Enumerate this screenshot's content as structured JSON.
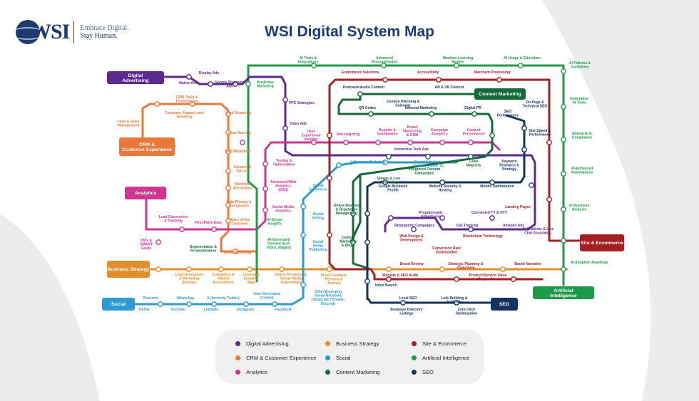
{
  "header": {
    "logo_text": "WSI",
    "tagline_line1": "Embrace Digital.",
    "tagline_line2": "Stay Human.",
    "title": "WSI Digital System Map"
  },
  "colors": {
    "digital_advertising": "#5b2a8f",
    "crm": "#e8793a",
    "analytics": "#d0358f",
    "business_strategy": "#e0902a",
    "social": "#2e9ad0",
    "content_marketing": "#17693a",
    "site_ecommerce": "#a51e22",
    "artificial_intelligence": "#1f9a4a",
    "seo": "#16325f",
    "interchange": "#ffffff"
  },
  "terminals": {
    "digital_advertising": "Digital Advertising",
    "crm": "CRM & Customer Experience",
    "analytics": "Analytics",
    "business_strategy": "Business Strategy",
    "social": "Social",
    "content_marketing": "Content Marketing",
    "site_ecommerce": "Site & Ecommerce",
    "artificial_intelligence": "Artificial Intelligence",
    "seo": "SEO"
  },
  "stations": {
    "display_ads": "Display Ads",
    "native_ads": "Native Ads",
    "google_shopping_ads": "Google Shopping Ads",
    "predictive_marketing": "Predictive Marketing",
    "ppc_strategies": "PPC Strategies",
    "video_ads": "Video Ads",
    "ai_tools_integrations": "AI Tools & Integrations",
    "advanced_personalization": "Advanced Personalization",
    "machine_learning_models": "Machine Learning Models",
    "ai_usage_education": "AI Usage & Education",
    "ai_policies_guidelines": "AI Policies & Guidelines",
    "generative_ai_tools": "Generative AI Tools",
    "ethical_ai_compliance": "Ethical AI & Compliance",
    "ai_enhanced_automations": "AI-Enhanced Automations",
    "ai_business_analysis": "AI Business Analysis",
    "ai_chatbots": "AI Chatbots & Live Chat Assistants",
    "ai_adoption_roadmap": "AI Adoption Roadmap",
    "crm_tools": "CRM Tools & Technologies",
    "customer_support": "Customer Support and Ticketing",
    "lead_sales_management": "Lead & Sales Management",
    "lead_nurturing": "Lead Nurturing",
    "lead_scoring": "Lead Scoring",
    "sms_marketing": "SMS Marketing",
    "consent_opt_ins": "Consent & Opt-ins",
    "workflow_automation": "Workflow Automation",
    "data_privacy": "Data Privacy & Compliance",
    "voice_of_customer": "Voice of the Customer",
    "email_marketing": "Email Marketing",
    "ecommerce_solutions": "Ecommerce Solutions",
    "accessibility": "Accessibility",
    "merchant_processing": "Merchant Processing",
    "podcasts": "Podcasts/Audio Content",
    "ar_vr": "AR & VR Content",
    "content_planning": "Content Planning & Calendar",
    "qr_codes": "QR Codes",
    "inbound_marketing": "Inbound Marketing",
    "digital_pr": "Digital PR",
    "seo_performance": "SEO Performance",
    "on_page_seo": "On-Page & Technical SEO",
    "site_speed": "Site Speed & Performance",
    "user_experience_insights": "User Experience Insights",
    "geo_targeting": "Geo-targeting",
    "reports_dashboards": "Reports & Dashboards",
    "brand_monitoring": "Brand Monitoring & ORM",
    "campaign_analytics": "Campaign Analytics",
    "content_performance": "Content Performance",
    "immersive_tech_ads": "Immersive Tech Ads",
    "testing_optimization": "Testing & Optimization",
    "influencer_marketing": "Influencer Marketing",
    "social_ads": "Social Ads (e.g., LinkedIn, Meta, X)",
    "integrated_content_campaigns": "Integrated Content Campaigns",
    "lead_magnets": "Lead Magnets",
    "keyword_research": "Keyword Research & Strategy",
    "advanced_web_analytics": "Advanced Web Analytics (GA4)",
    "social_commerce": "Social Commerce",
    "videos_live_streaming": "Videos & Live Streaming",
    "google_business_profile": "Google Business Profile",
    "website_security": "Website Security & Hosting",
    "mobile_optimization": "Mobile Optimization",
    "landing_pages": "Landing Pages",
    "online_reviews": "Online Reviews & Reputation Management",
    "social_selling": "Social Selling",
    "social_media_analytics": "Social Media Analytics",
    "programmatic_advertising": "Programmatic Advertising",
    "connected_tv": "Connected TV & OTT",
    "retargeting_campaigns": "Retargeting Campaigns",
    "call_tracking": "Call Tracking",
    "amazon_ads": "Amazon Ads",
    "lead_conversion": "Lead Conversion & Tracking",
    "first_party_data": "First-Party Data",
    "ai_driven_insights": "AI-Driven Insights",
    "web_design": "Web Design & Development",
    "blockchain_technology": "Blockchain Technology",
    "conversion_rate_optimization": "Conversion Rate Optimization",
    "kpis_smart_goals": "KPIs & SMART Goals",
    "segmentation_personalization": "Segmentation & Personalization",
    "ai_generated_content": "AI-Generated Content (text, video, images)",
    "social_media_publishing": "Social Media Publishing",
    "content_marketing_blogs": "Content Marketing & Blogs",
    "brand_review": "Brand Review",
    "strategic_planning": "Strategic Planning & Objectives",
    "brand_narrative": "Brand Narrative",
    "website_seo_audit": "Website & SEO Audit",
    "product_value_proposition": "Product/Service Value Proposition",
    "lead_generation_strategy": "Lead Generation & Marketing Strategy",
    "competitor_assessment": "Competitor & Market Assessment",
    "customer_empathy_map": "Customer Empathy Map",
    "online_presence": "Online Presence & Social Media Assessment",
    "ideal_customer_persona": "Ideal Customer Persona & Journey",
    "voice_search": "Voice Search",
    "pinterest": "Pinterest",
    "whatsapp": "WhatsApp",
    "x_twitter": "X (formerly Twitter)",
    "user_generated_content": "User-Generated Content",
    "tiktok": "TikTok",
    "youtube": "YouTube",
    "linkedin": "LinkedIn",
    "instagram": "Instagram",
    "facebook": "Facebook",
    "other_social_networks": "Other/Emerging Social Networks (Snapchat,Threads, Discord)",
    "local_seo": "Local SEO",
    "link_building": "Link Building & Authority",
    "business_directory_listings": "Business Directory Listings",
    "zero_click_optimization": "Zero Click Optimization"
  },
  "legend": [
    {
      "label": "Digital Advertising",
      "color": "#5b2a8f"
    },
    {
      "label": "CRM & Customer Experience",
      "color": "#e8793a"
    },
    {
      "label": "Analytics",
      "color": "#d0358f"
    },
    {
      "label": "Business Strategy",
      "color": "#e0902a"
    },
    {
      "label": "Social",
      "color": "#2e9ad0"
    },
    {
      "label": "Content Marketing",
      "color": "#17693a"
    },
    {
      "label": "Site & Ecommerce",
      "color": "#a51e22"
    },
    {
      "label": "Artificial Intelligence",
      "color": "#1f9a4a"
    },
    {
      "label": "SEO",
      "color": "#16325f"
    }
  ]
}
